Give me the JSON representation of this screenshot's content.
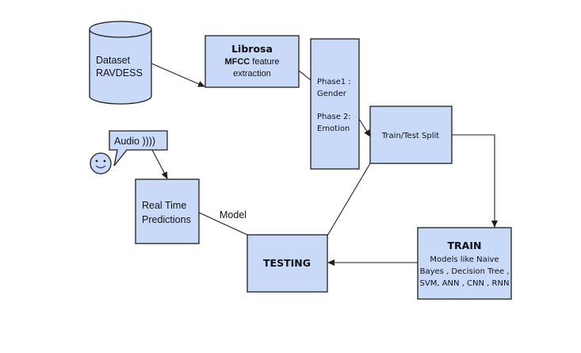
{
  "nodes": {
    "dataset": {
      "lines": [
        "Dataset",
        "RAVDESS"
      ]
    },
    "librosa": {
      "title": "Librosa",
      "line2_bold": "MFCC",
      "line2_rest": " feature",
      "line3": "extraction"
    },
    "phases": {
      "lines": [
        "Phase1 :",
        "Gender",
        "Phase 2:",
        "Emotion"
      ]
    },
    "split": {
      "label": "Train/Test Split"
    },
    "train": {
      "title": "TRAIN",
      "lines": [
        "Models like Naive",
        "Bayes , Decision Tree ,",
        "SVM, ANN , CNN , RNN"
      ]
    },
    "testing": {
      "label": "TESTING"
    },
    "realtime": {
      "lines": [
        "Real Time",
        "Predictions"
      ]
    },
    "audio": {
      "label": "Audio ))))"
    }
  },
  "edge_labels": {
    "model": "Model"
  },
  "colors": {
    "node_fill": "#c9daf8",
    "stroke": "#1f1f1f"
  },
  "icons": {
    "user": "smiley-face-icon"
  }
}
